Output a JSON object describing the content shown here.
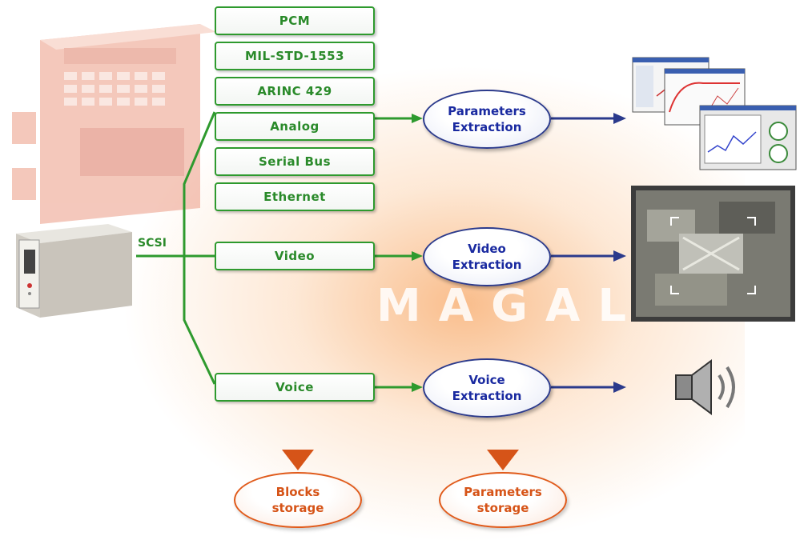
{
  "inputs": {
    "pcm": "PCM",
    "mil1553": "MIL-STD-1553",
    "arinc429": "ARINC 429",
    "analog": "Analog",
    "serial_bus": "Serial Bus",
    "ethernet": "Ethernet",
    "video": "Video",
    "voice": "Voice"
  },
  "bus_label": "SCSI",
  "extraction": {
    "parameters": [
      "Parameters",
      "Extraction"
    ],
    "video": [
      "Video",
      "Extraction"
    ],
    "voice": [
      "Voice",
      "Extraction"
    ]
  },
  "storage": {
    "blocks": [
      "Blocks",
      "storage"
    ],
    "parameters": [
      "Parameters",
      "storage"
    ]
  },
  "watermark": "MAGAL",
  "colors": {
    "input_green": "#2e9a2e",
    "process_blue": "#1a2aa0",
    "storage_orange": "#d65418",
    "arrow_orange": "#e05a1a"
  },
  "icons": [
    "recorder-device-icon",
    "tape-drive-icon",
    "software-windows-image",
    "video-frame-image",
    "speaker-icon"
  ]
}
